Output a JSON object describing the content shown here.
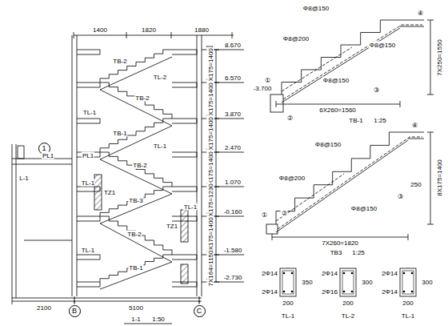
{
  "diagram": {
    "nodes": [
      {
        "text": [
          "1"
        ]
      },
      {
        "text": [
          "B"
        ]
      },
      {
        "text": [
          "C"
        ]
      }
    ],
    "labels": [
      "1400",
      "1820",
      "1880",
      "8.670",
      "6.570",
      "3.870",
      "2.470",
      "1.070",
      "-0.160",
      "-1.580",
      "-2.730",
      "8X175=1400",
      "8X175=1400",
      "8X175=1400",
      "8X175=1400",
      "7X175=1230",
      "8X175=1400",
      "7X164=1150",
      "TB-2",
      "TL-2",
      "TB-2",
      "TL-1",
      "TB-1",
      "TL-1",
      "TB-2",
      "TL-1",
      "TB-3",
      "TZ1",
      "TZ1",
      "TL-1",
      "TB-2",
      "TL-1",
      "TB-1",
      "PL1",
      "PL1",
      "L-1",
      "2100",
      "5100",
      "1-1",
      "1:50",
      "Φ8@150",
      "Φ8@200",
      "Φ8@150",
      "Φ8@150",
      "-3.700",
      "6X260=1560",
      "7X250=1550",
      "TB-1",
      "1:25",
      "①",
      "②",
      "③",
      "④",
      "Φ8@150",
      "Φ8@200",
      "Φ8@150",
      "250",
      "7X260=1820",
      "8X175=1400",
      "TB3",
      "1:25",
      "①",
      "②",
      "③",
      "④",
      "2Φ14",
      "2Φ14",
      "200",
      "350",
      "TL-1",
      "2Φ14",
      "2Φ16",
      "200",
      "300",
      "TL-2",
      "2Φ14",
      "2Φ14",
      "200",
      "300",
      "TL-1"
    ]
  }
}
